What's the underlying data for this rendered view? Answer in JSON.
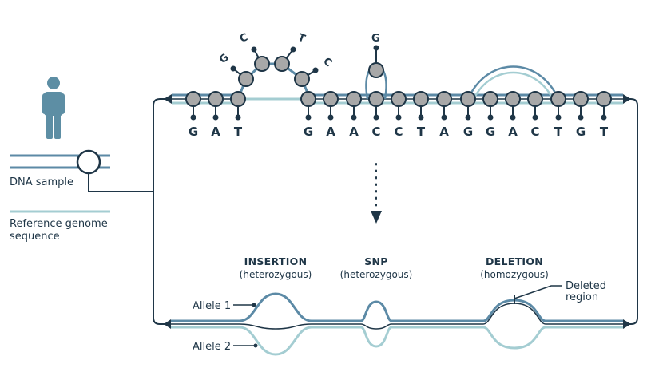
{
  "labels": {
    "dna_sample": "DNA sample",
    "reference_line1": "Reference genome",
    "reference_line2": "sequence",
    "allele1": "Allele 1",
    "allele2": "Allele 2",
    "deleted_line1": "Deleted",
    "deleted_line2": "region"
  },
  "variants": {
    "insertion": {
      "title": "INSERTION",
      "subtitle": "(heterozygous)"
    },
    "snp": {
      "title": "SNP",
      "subtitle": "(heterozygous)"
    },
    "deletion": {
      "title": "DELETION",
      "subtitle": "(homozygous)"
    }
  },
  "sequence": {
    "bases": [
      "G",
      "A",
      "T",
      "G",
      "A",
      "A",
      "C",
      "C",
      "T",
      "A",
      "G",
      "G",
      "A",
      "C",
      "T",
      "G",
      "T"
    ],
    "inserted": [
      "G",
      "C",
      "T",
      "C"
    ],
    "snp_alt": "G"
  },
  "colors": {
    "dark": "#1f3647",
    "strand_mid": "#5c8aa6",
    "strand_light": "#a4cdd2",
    "node_fill": "#a8a8a8",
    "person": "#5d8ea4"
  },
  "icons": {
    "person": "person-icon",
    "arrow": "down-arrow-icon"
  }
}
